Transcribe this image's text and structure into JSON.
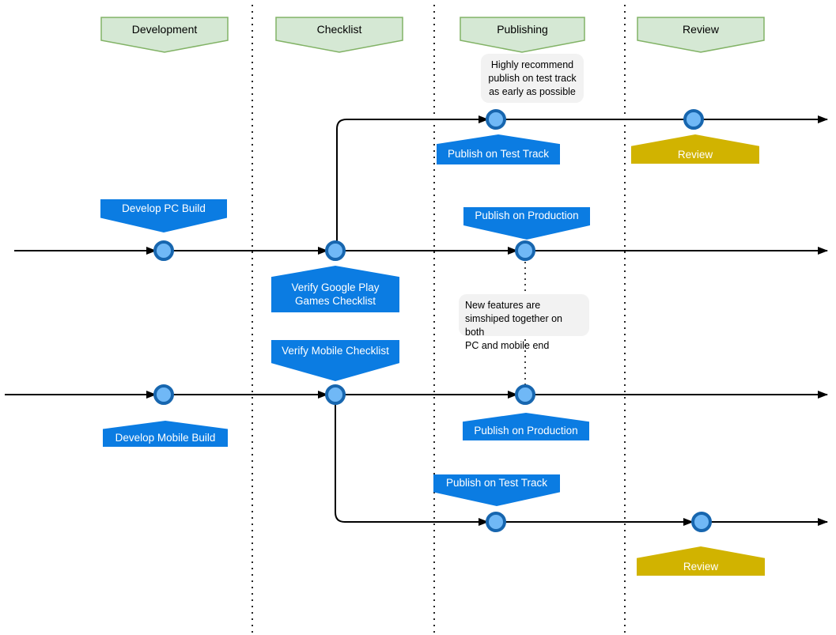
{
  "phases": [
    "Development",
    "Checklist",
    "Publishing",
    "Review"
  ],
  "labels": {
    "develop_pc_build": "Develop PC Build",
    "verify_gpg_checklist": "Verify Google Play Games Checklist",
    "publish_production_pc": "Publish on Production",
    "publish_test_track_pc": "Publish on Test Track",
    "review_pc": "Review",
    "develop_mobile_build": "Develop Mobile Build",
    "verify_mobile_checklist": "Verify Mobile Checklist",
    "publish_production_mobile": "Publish on Production",
    "publish_test_track_mobile": "Publish on Test Track",
    "review_mobile": "Review"
  },
  "notes": {
    "test_track": {
      "lines": [
        "Highly recommend",
        "publish on test track",
        "as early as possible"
      ]
    },
    "simship": {
      "lines": [
        "New features are",
        "simshiped together on both",
        "PC and mobile end"
      ]
    }
  },
  "colors": {
    "phase_fill": "#d5e8d4",
    "phase_border": "#82b366",
    "task_blue": "#0b7ce2",
    "review_yellow": "#d1b300",
    "node_fill": "#70b8f6",
    "node_border": "#1766af",
    "note_bg": "#f2f2f2",
    "line": "#000000"
  }
}
